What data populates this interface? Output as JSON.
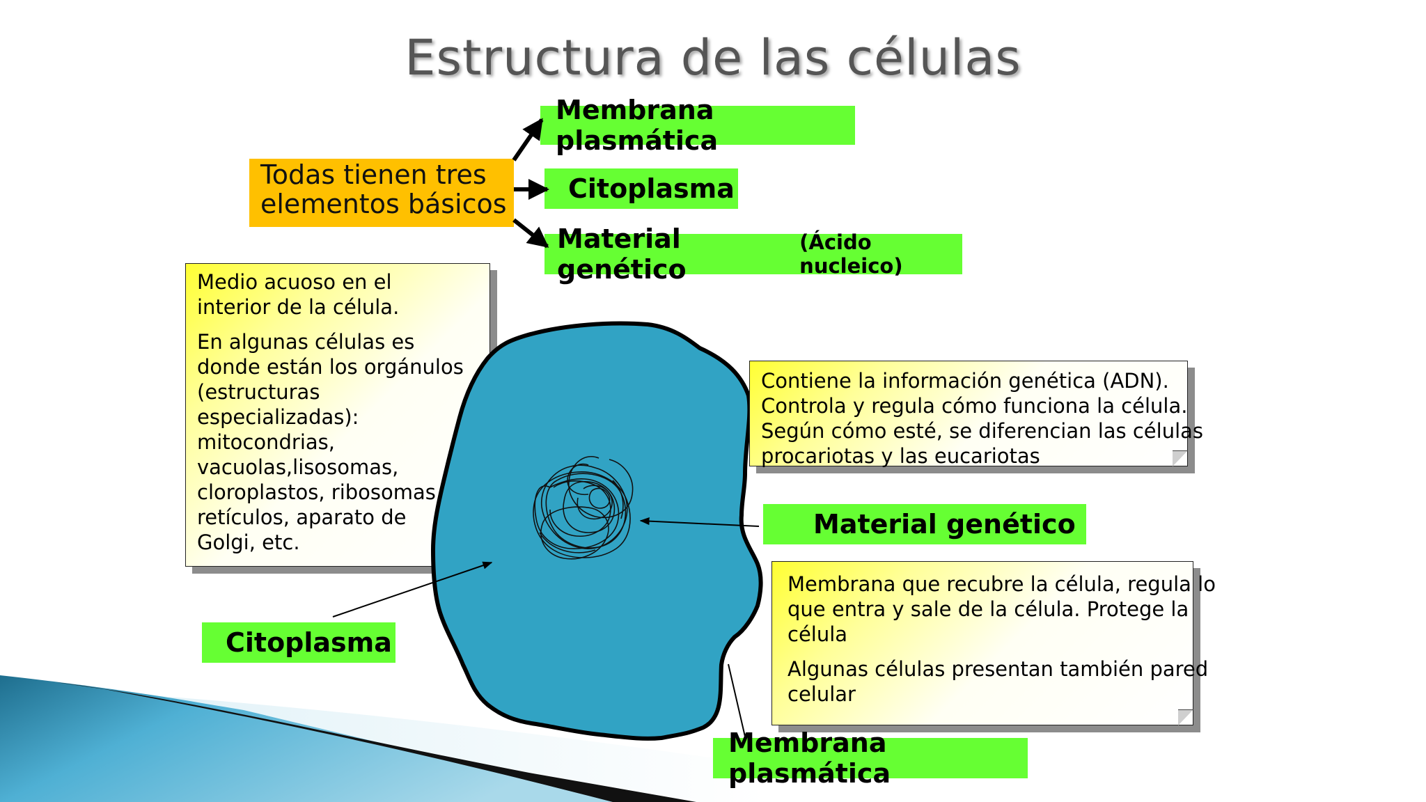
{
  "title": "Estructura de las células",
  "summary": {
    "line1": "Todas tienen tres",
    "line2": "elementos básicos"
  },
  "components": {
    "membrana": "Membrana plasmática",
    "citoplasma": "Citoplasma",
    "material": "Material genético",
    "material_note": "(Ácido nucleico)"
  },
  "cytoplasm_note": {
    "p1": [
      "Medio acuoso en el",
      "interior de la célula."
    ],
    "p2": [
      "En algunas células es",
      "donde están los orgánulos",
      "(estructuras",
      "especializadas):",
      "mitocondrias,",
      "vacuolas,lisosomas,",
      "cloroplastos, ribosomas,",
      "retículos, aparato de",
      "Golgi, etc."
    ]
  },
  "genetic_note": {
    "lines": [
      "Contiene la información genética (ADN).",
      "Controla y regula cómo funciona la célula.",
      "Según cómo esté, se diferencian las células",
      "procariotas y las eucariotas"
    ]
  },
  "membrane_note": {
    "p1": [
      "Membrana que recubre la célula, regula lo",
      "que entra y sale de la célula. Protege la",
      "célula"
    ],
    "p2": [
      "Algunas células presentan también pared",
      "celular"
    ]
  },
  "labels": {
    "material": "Material genético",
    "citoplasma": "Citoplasma",
    "membrana": "Membrana plasmática"
  },
  "colors": {
    "green_label": "#66ff33",
    "orange_box": "#ffc000",
    "cell_fill": "#31a3c4",
    "note_yellow": "#ffff33"
  }
}
